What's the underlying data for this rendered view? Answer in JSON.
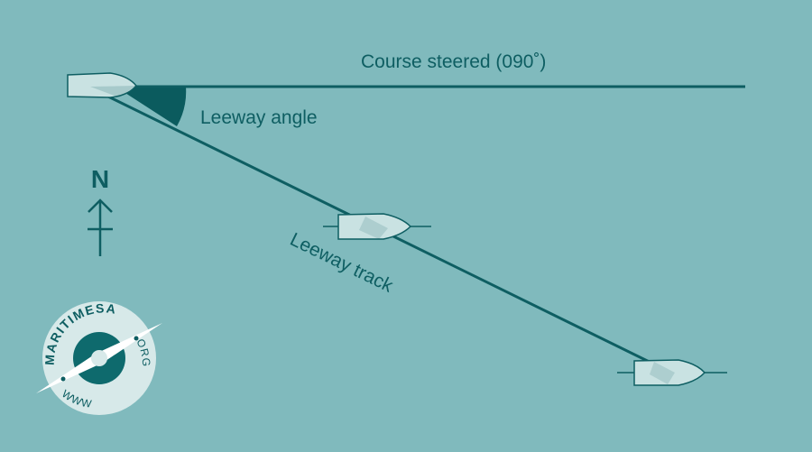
{
  "diagram": {
    "course_label": "Course steered (090˚)",
    "angle_label": "Leeway angle",
    "track_label": "Leeway track",
    "north_label": "N"
  },
  "logo": {
    "top_text": "MARITIMESA",
    "right_text": "ORG",
    "bottom_text": "WWW"
  },
  "colors": {
    "background": "#80BABD",
    "line": "#0E5E62",
    "angle_fill": "#0B5B5E",
    "boat_fill": "#C9E2E2",
    "logo_disc": "#D7E9E9"
  }
}
